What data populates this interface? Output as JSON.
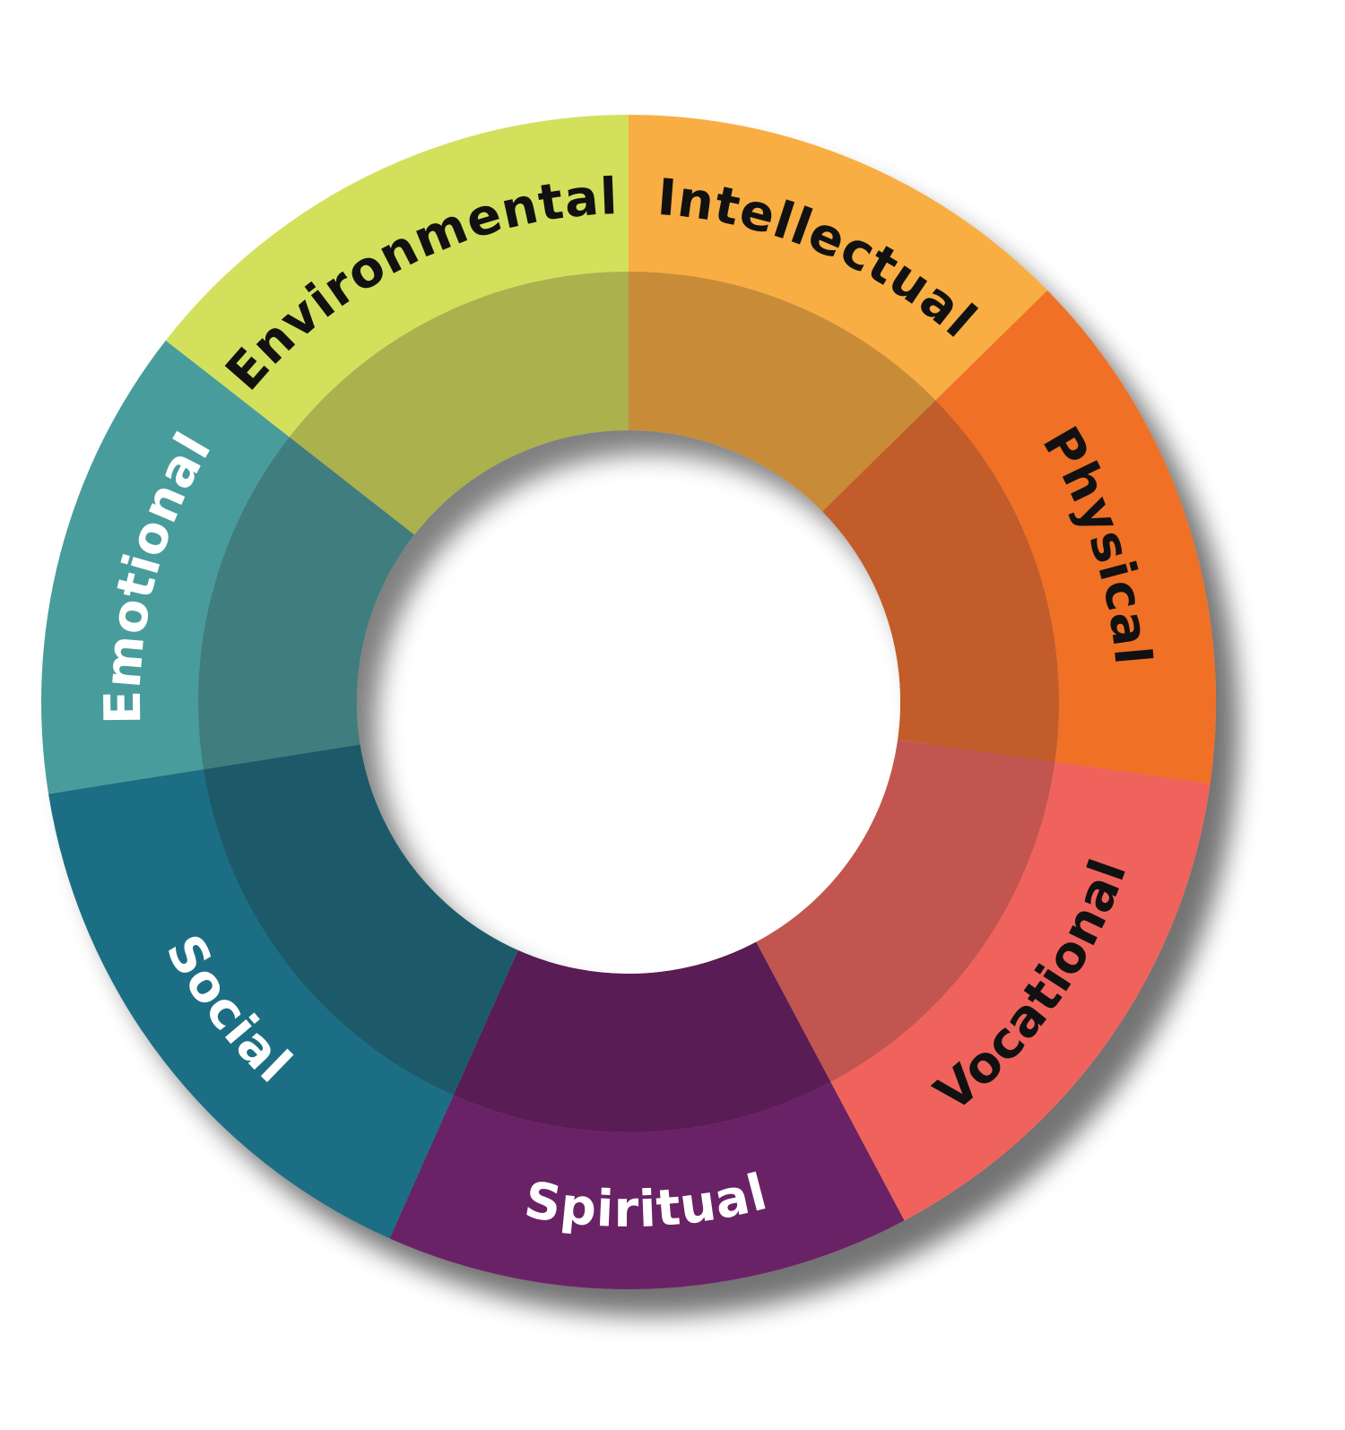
{
  "segments": [
    {
      "label": "Intellectual",
      "outer_color": "#F8AE42",
      "inner_color": "#C88C38",
      "text_color": "#111111",
      "start_deg": 0,
      "end_deg": 45.5
    },
    {
      "label": "Physical",
      "outer_color": "#F07025",
      "inner_color": "#C25C29",
      "text_color": "#111111",
      "start_deg": 45.5,
      "end_deg": 98
    },
    {
      "label": "Vocational",
      "outer_color": "#F0645C",
      "inner_color": "#C25450",
      "text_color": "#111111",
      "start_deg": 98,
      "end_deg": 152
    },
    {
      "label": "Spiritual",
      "outer_color": "#6A2466",
      "inner_color": "#5A1F55",
      "text_color": "#ffffff",
      "start_deg": 152,
      "end_deg": 204
    },
    {
      "label": "Social",
      "outer_color": "#1A6E84",
      "inner_color": "#1E5A6B",
      "text_color": "#ffffff",
      "start_deg": 204,
      "end_deg": 261
    },
    {
      "label": "Emotional",
      "outer_color": "#4A9C9C",
      "inner_color": "#417D7F",
      "text_color": "#ffffff",
      "start_deg": 261,
      "end_deg": 308
    },
    {
      "label": "Environmental",
      "outer_color": "#D3E05C",
      "inner_color": "#AAB14D",
      "text_color": "#111111",
      "start_deg": 308,
      "end_deg": 360
    }
  ]
}
